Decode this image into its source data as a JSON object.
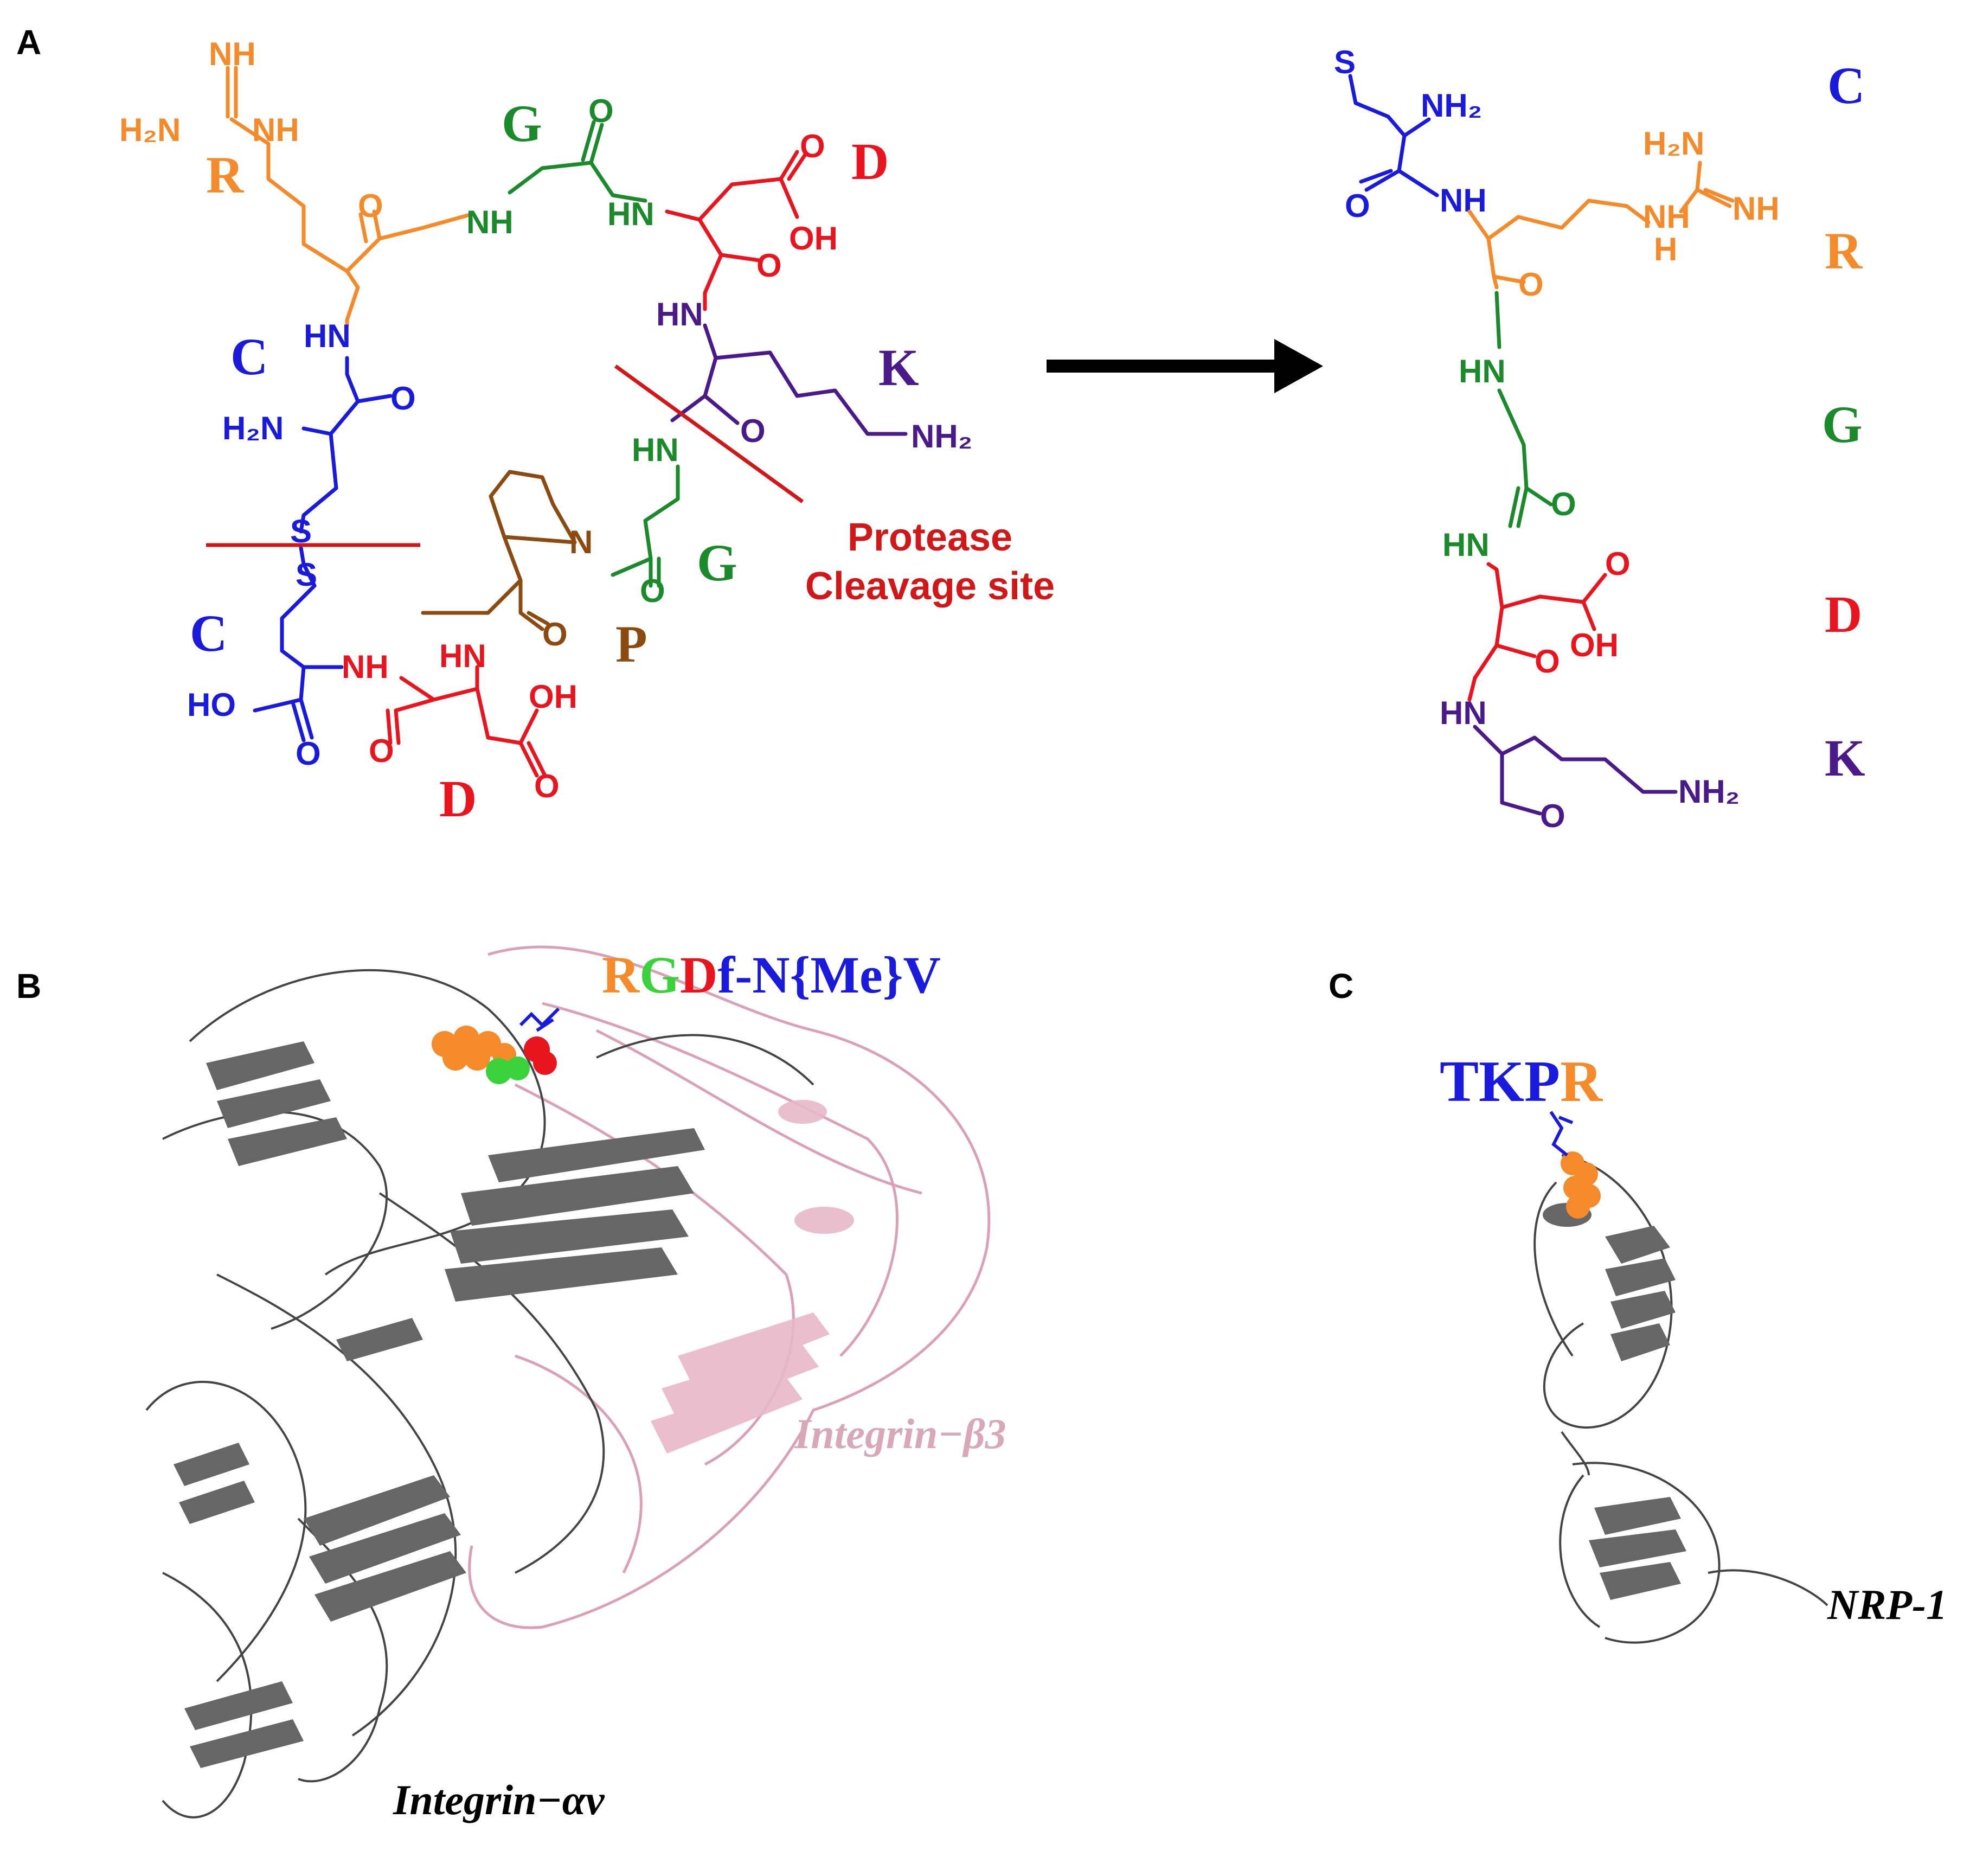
{
  "panels": {
    "a": "A",
    "b": "B",
    "c": "C"
  },
  "colors": {
    "cys": "#1a1adc",
    "arg": "#f58a2a",
    "gly": "#1a8a2a",
    "asp": "#e8151e",
    "lys": "#4b1a8a",
    "pro": "#8a4a10",
    "cut": "#d01818",
    "protein": "#555555",
    "beta3": "#d8a8b8",
    "black": "#000000"
  },
  "left_structure": {
    "residues": {
      "R": "R",
      "G": "G",
      "D1": "D",
      "K": "K",
      "C1": "C",
      "G2": "G",
      "P": "P",
      "C2": "C",
      "D2": "D"
    },
    "atoms": {
      "nh_top": "NH",
      "h2n_arg": "H₂N",
      "nh_arg": "NH",
      "o_arg": "O",
      "nh_gly": "NH",
      "o_gly": "O",
      "hn_asp": "HN",
      "o_asp1": "O",
      "oh_asp1": "OH",
      "o_asp2": "O",
      "hn_lys": "HN",
      "o_lys": "O",
      "nh2_lys": "NH₂",
      "hn_gly2": "HN",
      "o_gly2": "O",
      "n_pro": "N",
      "o_pro": "O",
      "hn_cys1": "HN",
      "o_cys1": "O",
      "h2n_cys1": "H₂N",
      "s1": "S",
      "s2": "S",
      "nh_cys2": "NH",
      "ho_cys2": "HO",
      "o_cys2": "O",
      "hn_asp2": "HN",
      "o_asp2b": "O",
      "oh_asp2": "OH",
      "o_asp2c": "O"
    },
    "cleavage_label": [
      "Protease",
      "Cleavage site"
    ]
  },
  "right_structure": {
    "residues": [
      "C",
      "R",
      "G",
      "D",
      "K"
    ],
    "atoms": {
      "s": "S",
      "nh2_top": "NH₂",
      "o1": "O",
      "nh1": "NH",
      "h2n_arg": "H₂N",
      "nh_arg": "NH",
      "h_arg": "H",
      "nh_arg2": "NH",
      "o2": "O",
      "hn_gly": "HN",
      "o3": "O",
      "hn_asp": "HN",
      "o_asp": "O",
      "oh_asp": "OH",
      "o4": "O",
      "hn_lys": "HN",
      "nh2_lys": "NH₂",
      "o_end": "O"
    }
  },
  "panel_b": {
    "ligand_label": [
      "R",
      "G",
      "D",
      "f-N{Me}V"
    ],
    "beta3_label": "Integrin−β3",
    "alpha_label": "Integrin−αv"
  },
  "panel_c": {
    "ligand_label": [
      "TKP",
      "R"
    ],
    "protein_label": "NRP-1"
  }
}
